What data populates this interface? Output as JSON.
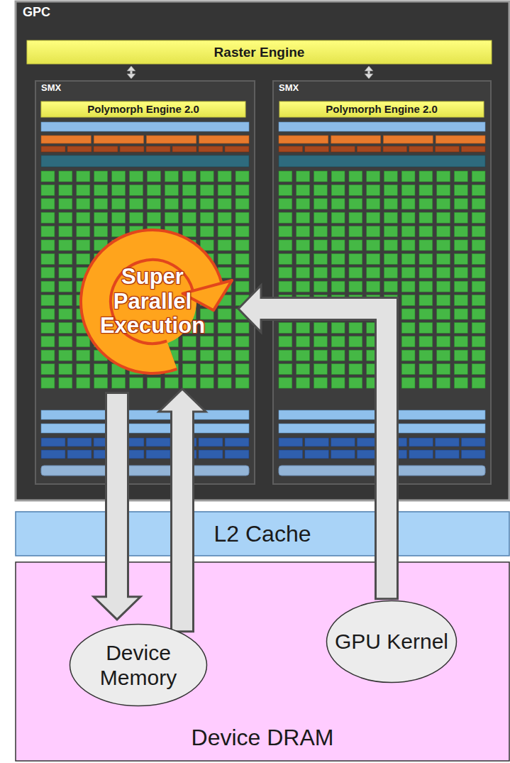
{
  "diagram": {
    "nodes": [
      {
        "text": [
          "GPC"
        ]
      },
      {
        "text": [
          "Raster Engine"
        ],
        "in": 0
      },
      {
        "text": [
          "SMX"
        ],
        "in": 0
      },
      {
        "text": [
          "Polymorph Engine 2.0"
        ],
        "in": 2
      },
      {
        "text": [
          "Super Parallel Execution"
        ],
        "in": 2
      },
      {
        "text": [
          "SMX"
        ],
        "in": 0
      },
      {
        "text": [
          "Polymorph Engine 2.0"
        ],
        "in": 5
      },
      {
        "text": [
          "L2 Cache"
        ]
      },
      {
        "text": [
          "Device DRAM"
        ]
      },
      {
        "text": [
          "Device Memory"
        ],
        "in": 8
      },
      {
        "text": [
          "GPU Kernel"
        ],
        "in": 8
      }
    ],
    "edges": [
      {
        "from": 1,
        "to": 2,
        "arrow": "both"
      },
      {
        "from": 1,
        "to": 5,
        "arrow": "both"
      },
      {
        "from": 4,
        "to": 9,
        "arrow": "to"
      },
      {
        "from": 9,
        "to": 4,
        "arrow": "to"
      },
      {
        "from": 10,
        "to": 4,
        "arrow": "to"
      }
    ]
  }
}
